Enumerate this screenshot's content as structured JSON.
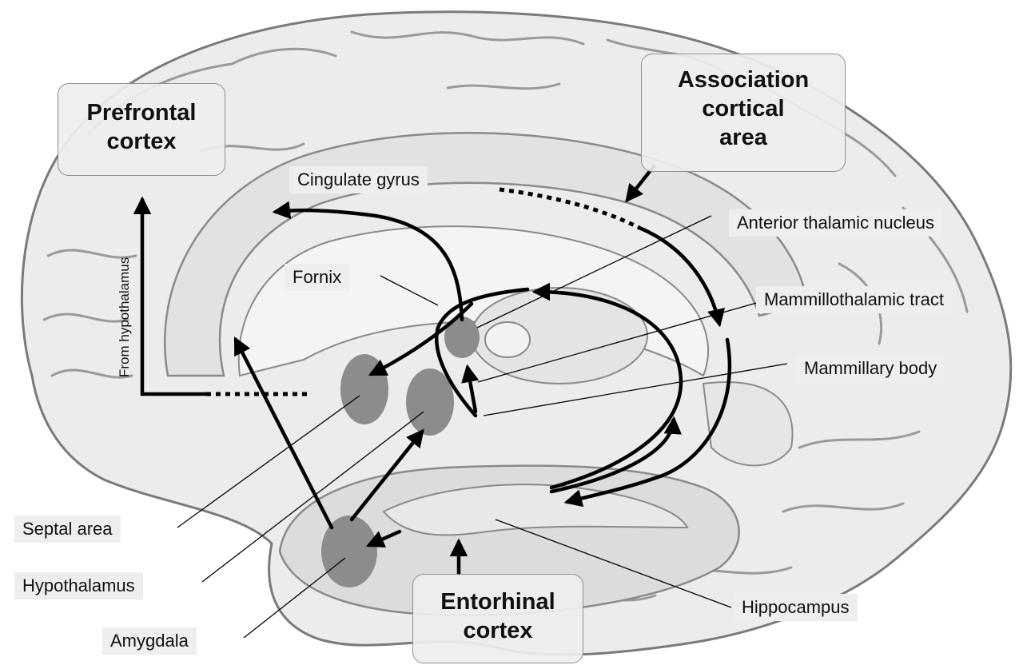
{
  "regions": {
    "prefrontal_cortex": [
      "Prefrontal",
      "cortex"
    ],
    "association_cortical_area": [
      "Association",
      "cortical",
      "area"
    ],
    "entorhinal_cortex": [
      "Entorhinal",
      "cortex"
    ]
  },
  "labels": {
    "cingulate_gyrus": "Cingulate gyrus",
    "fornix": "Fornix",
    "anterior_thalamic_nucleus": "Anterior thalamic nucleus",
    "mammillothalamic_tract": "Mammillothalamic tract",
    "mammillary_body": "Mammillary body",
    "septal_area": "Septal area",
    "hypothalamus": "Hypothalamus",
    "amygdala": "Amygdala",
    "hippocampus": "Hippocampus",
    "from_hypothalamus": "From hypothalamus"
  },
  "colors": {
    "brain_fill": "#ececec",
    "brain_outline": "#7a7a7a",
    "inner_fill": "#dddddd",
    "nucleus_fill": "#8c8c8c",
    "arrow": "#000000",
    "label_bg": "#eeeeee"
  }
}
